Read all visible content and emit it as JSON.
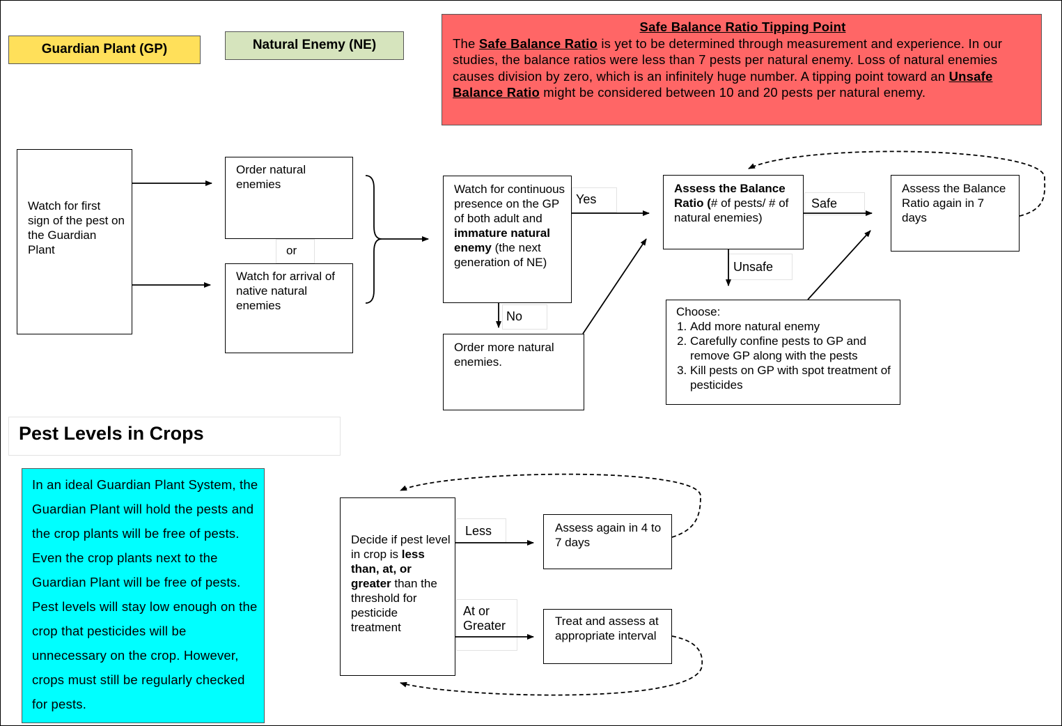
{
  "legend": {
    "guardian_plant": "Guardian Plant (GP)",
    "natural_enemy": "Natural Enemy (NE)",
    "gp_color": "#ffe05a",
    "ne_color": "#d6e4bd"
  },
  "tipping_point": {
    "title": "Safe Balance Ratio Tipping Point",
    "p1": "The ",
    "safe_term": "Safe Balance Ratio",
    "p2": " is yet to be determined through measurement and experience.  In our studies, the balance ratios were less than 7 pests per natural enemy.  Loss of natural enemies causes division by zero, which is an infinitely huge number.  A tipping point toward an ",
    "unsafe_term": "Unsafe Balance Ratio",
    "p3": " might be considered between 10 and 20 pests per natural enemy.",
    "color": "#ff6666"
  },
  "flow1": {
    "watch_first": "Watch for first sign of the pest on the Guardian Plant",
    "order_ne": "Order natural enemies",
    "or": "or",
    "watch_native": "Watch for arrival of native natural enemies",
    "watch_cont_1": "Watch for continuous presence on the GP of both adult and ",
    "watch_cont_bold": "immature natural enemy",
    "watch_cont_2": " (the next generation of NE)",
    "yes": "Yes",
    "no": "No",
    "order_more": "Order more natural enemies.",
    "assess_bold": "Assess the Balance Ratio (",
    "assess_rest": "# of pests/ # of natural enemies)",
    "safe": "Safe",
    "unsafe": "Unsafe",
    "assess_again": "Assess the Balance Ratio again in 7 days",
    "choose_title": "Choose:",
    "choose_items": [
      "Add more natural enemy",
      "Carefully confine pests to GP and remove GP along with the pests",
      "Kill pests on GP with spot treatment of pesticides"
    ]
  },
  "pest_levels": {
    "heading": "Pest Levels in Crops",
    "ideal_text": "In an ideal Guardian Plant System, the Guardian Plant will hold the pests and the crop plants will be free of pests.  Even the crop plants next to the Guardian Plant will be free of pests.  Pest levels will stay low enough on the crop that pesticides will be unnecessary on the crop.  However, crops must still be regularly checked for pests.",
    "ideal_color": "#00ffff",
    "decide_1": "Decide if pest level in crop is ",
    "decide_bold": "less than, at, or greater",
    "decide_2": " than the threshold for pesticide treatment",
    "less": "Less",
    "at_or_greater": "At or Greater",
    "assess_4_7": "Assess again in 4 to 7 days",
    "treat": "Treat and assess at appropriate interval"
  }
}
